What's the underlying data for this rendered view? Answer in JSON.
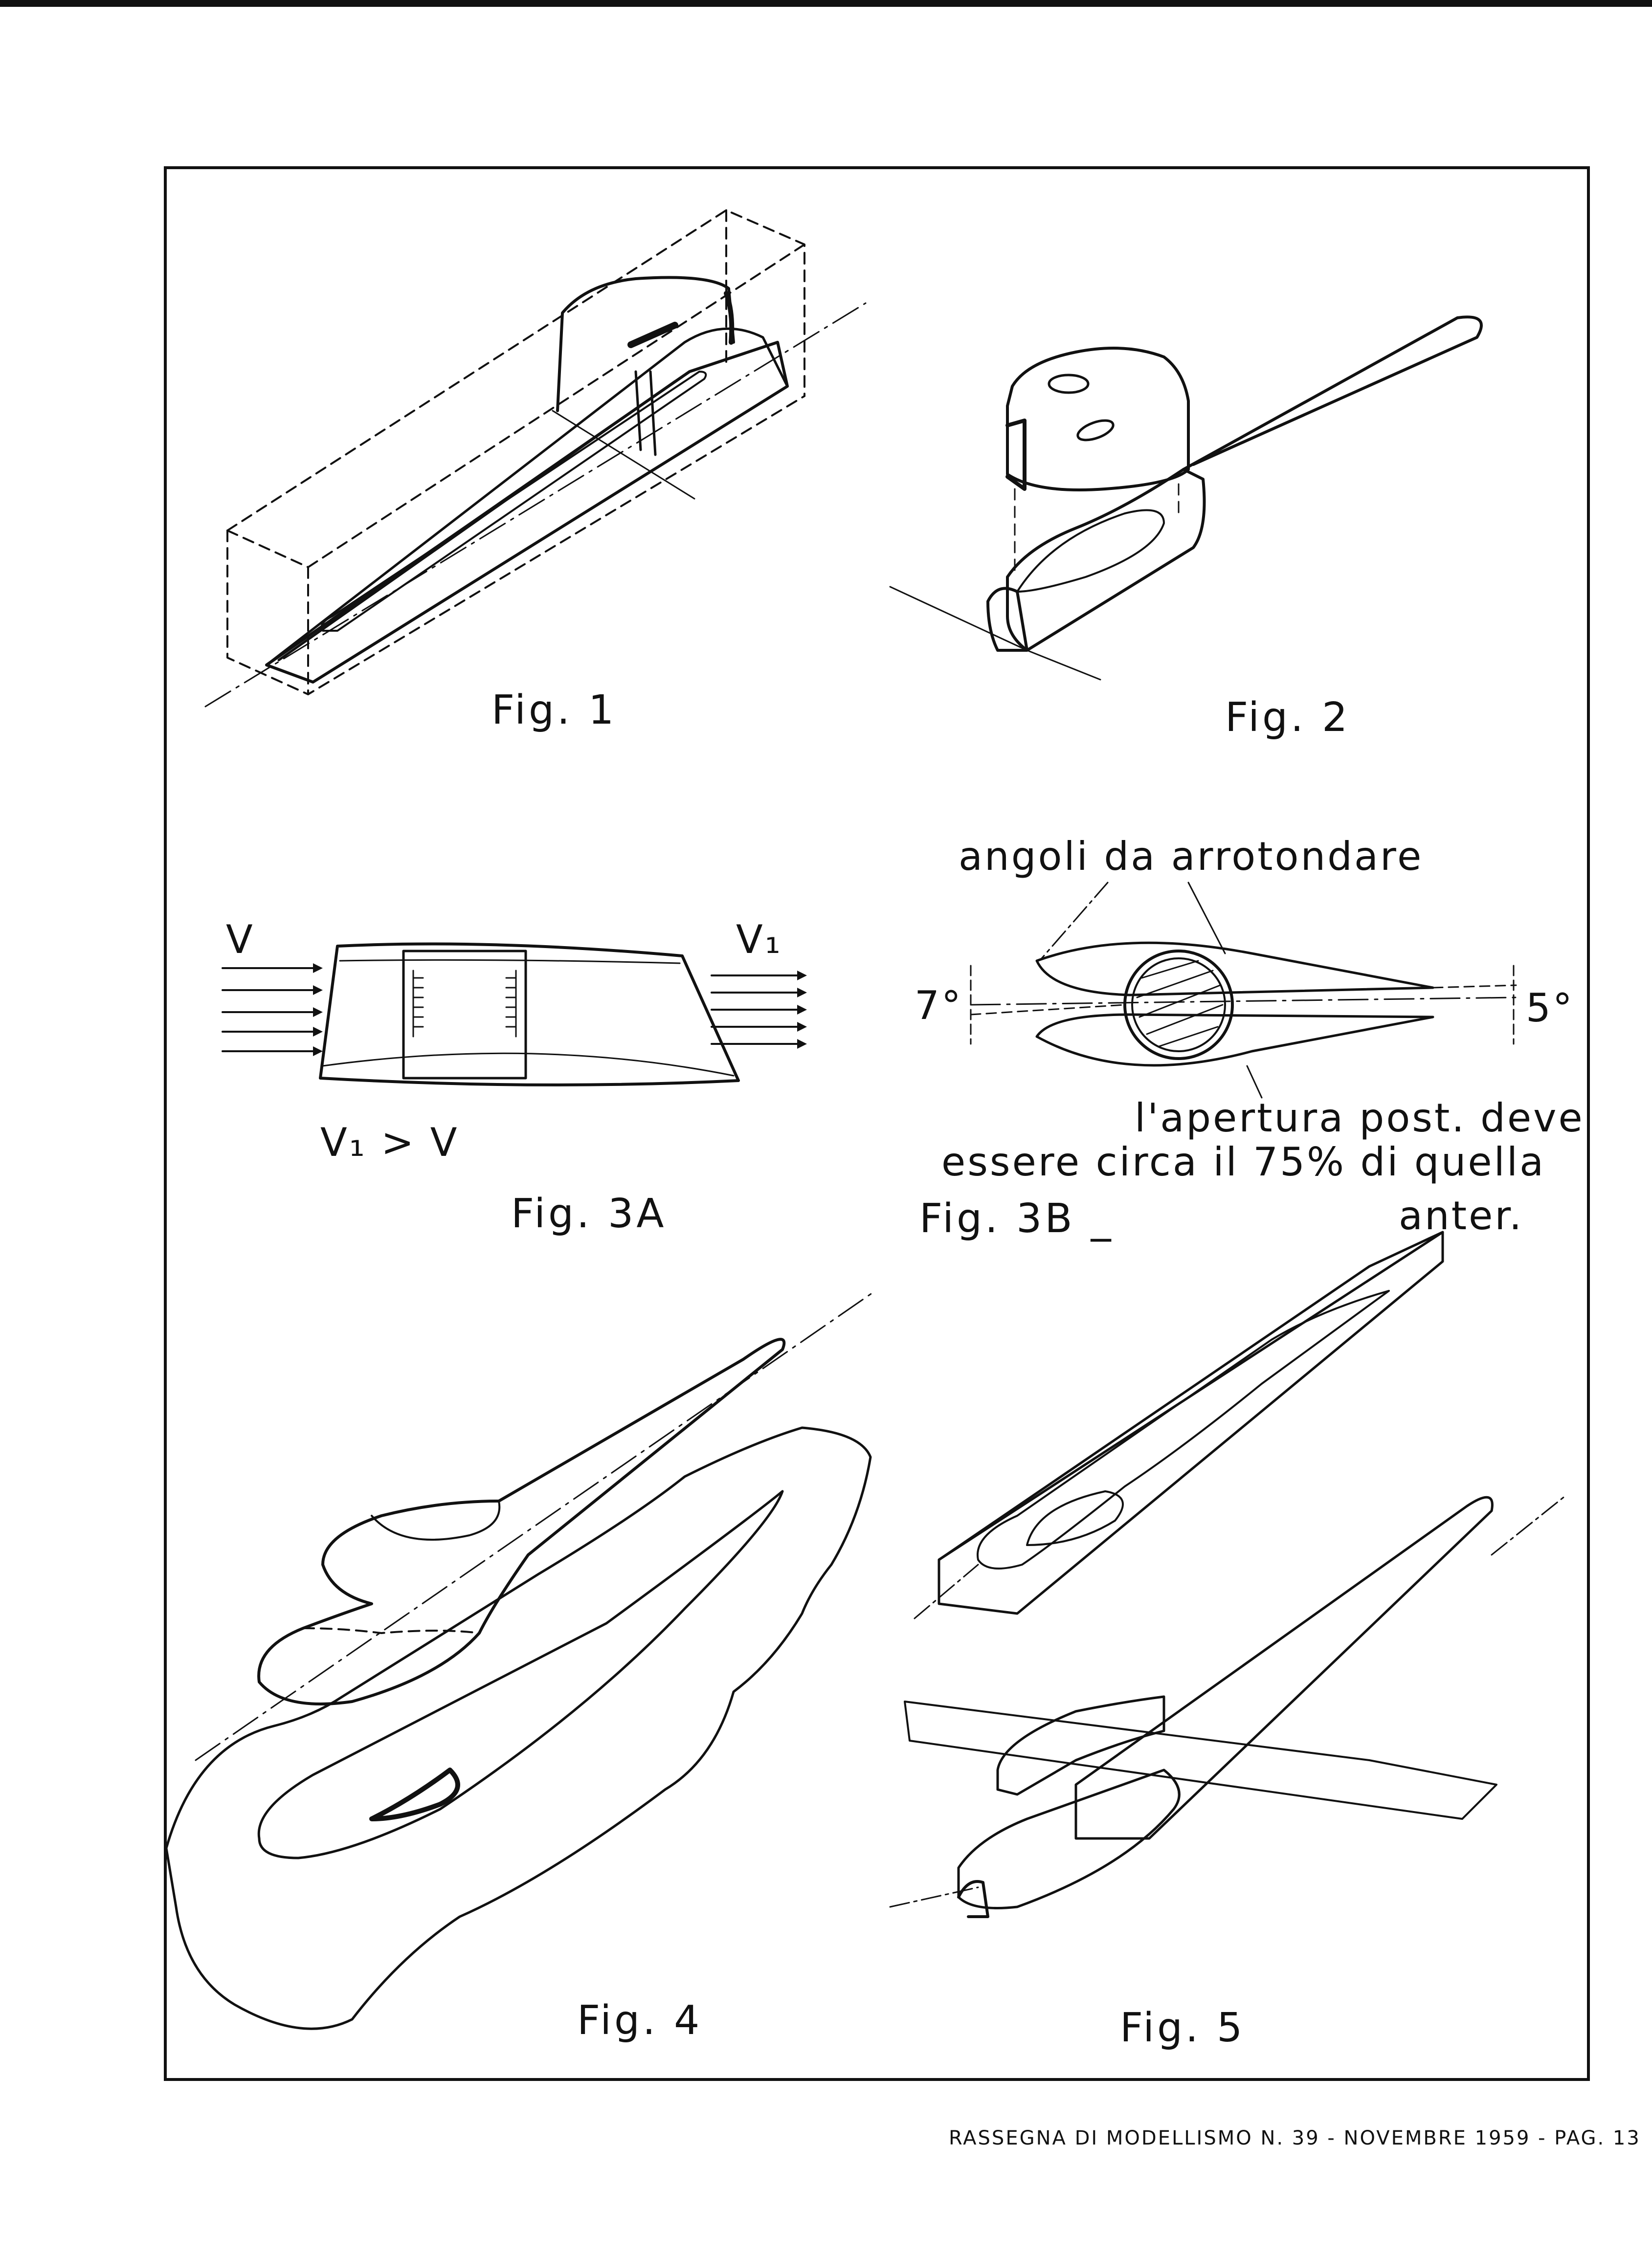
{
  "figures": {
    "fig1_caption": "Fig. 1",
    "fig2_caption": "Fig. 2",
    "fig3a_caption": "Fig. 3A",
    "fig3b_caption": "Fig. 3B _",
    "fig4_caption": "Fig. 4",
    "fig5_caption": "Fig. 5"
  },
  "fig3a": {
    "inlet_label": "V",
    "outlet_label": "V₁",
    "relation_label": "V₁ > V"
  },
  "fig3b": {
    "note_top": "angoli da arrotondare",
    "angle_front": "7°",
    "angle_rear": "5°",
    "note_line1": "l'apertura post. deve",
    "note_line2": "essere circa il 75% di quella",
    "note_line3": "anter."
  },
  "footer": {
    "text": "RASSEGNA DI MODELLISMO N. 39 - NOVEMBRE 1959 - PAG. 13"
  }
}
